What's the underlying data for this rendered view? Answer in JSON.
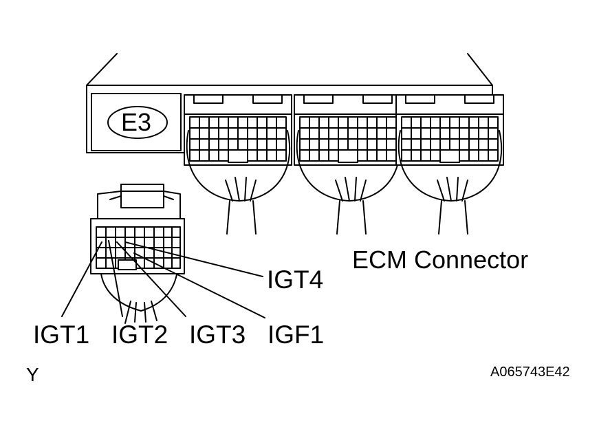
{
  "ecm": {
    "badge": "E3",
    "title": "ECM Connector"
  },
  "pins": {
    "igt1": "IGT1",
    "igt2": "IGT2",
    "igt3": "IGT3",
    "igt4": "IGT4",
    "igf1": "IGF1"
  },
  "footer": {
    "corner_mark": "Y",
    "figure_id": "A065743E42"
  },
  "colors": {
    "ink": "#000000",
    "paper": "#ffffff"
  }
}
